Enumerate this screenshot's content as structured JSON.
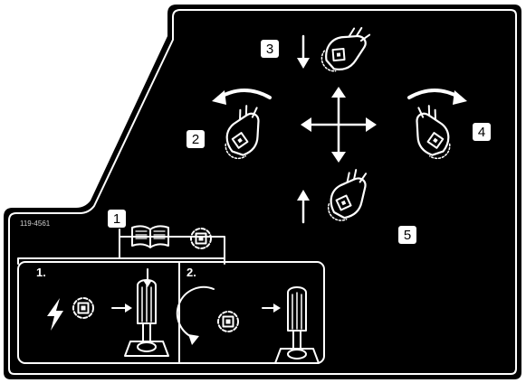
{
  "decal": {
    "part_number": "119-4561",
    "callouts": {
      "down": "3",
      "left": "2",
      "right": "4",
      "up": "5",
      "info": "1"
    },
    "steps": [
      "1.",
      "2."
    ],
    "icons": [
      "manual-book-icon",
      "joystick-control-icon",
      "power-bolt-icon",
      "joystick-lever-icon",
      "rotate-arrow-icon",
      "direction-cross-arrows-icon"
    ],
    "colors": {
      "background": "#000000",
      "foreground": "#ffffff"
    }
  }
}
